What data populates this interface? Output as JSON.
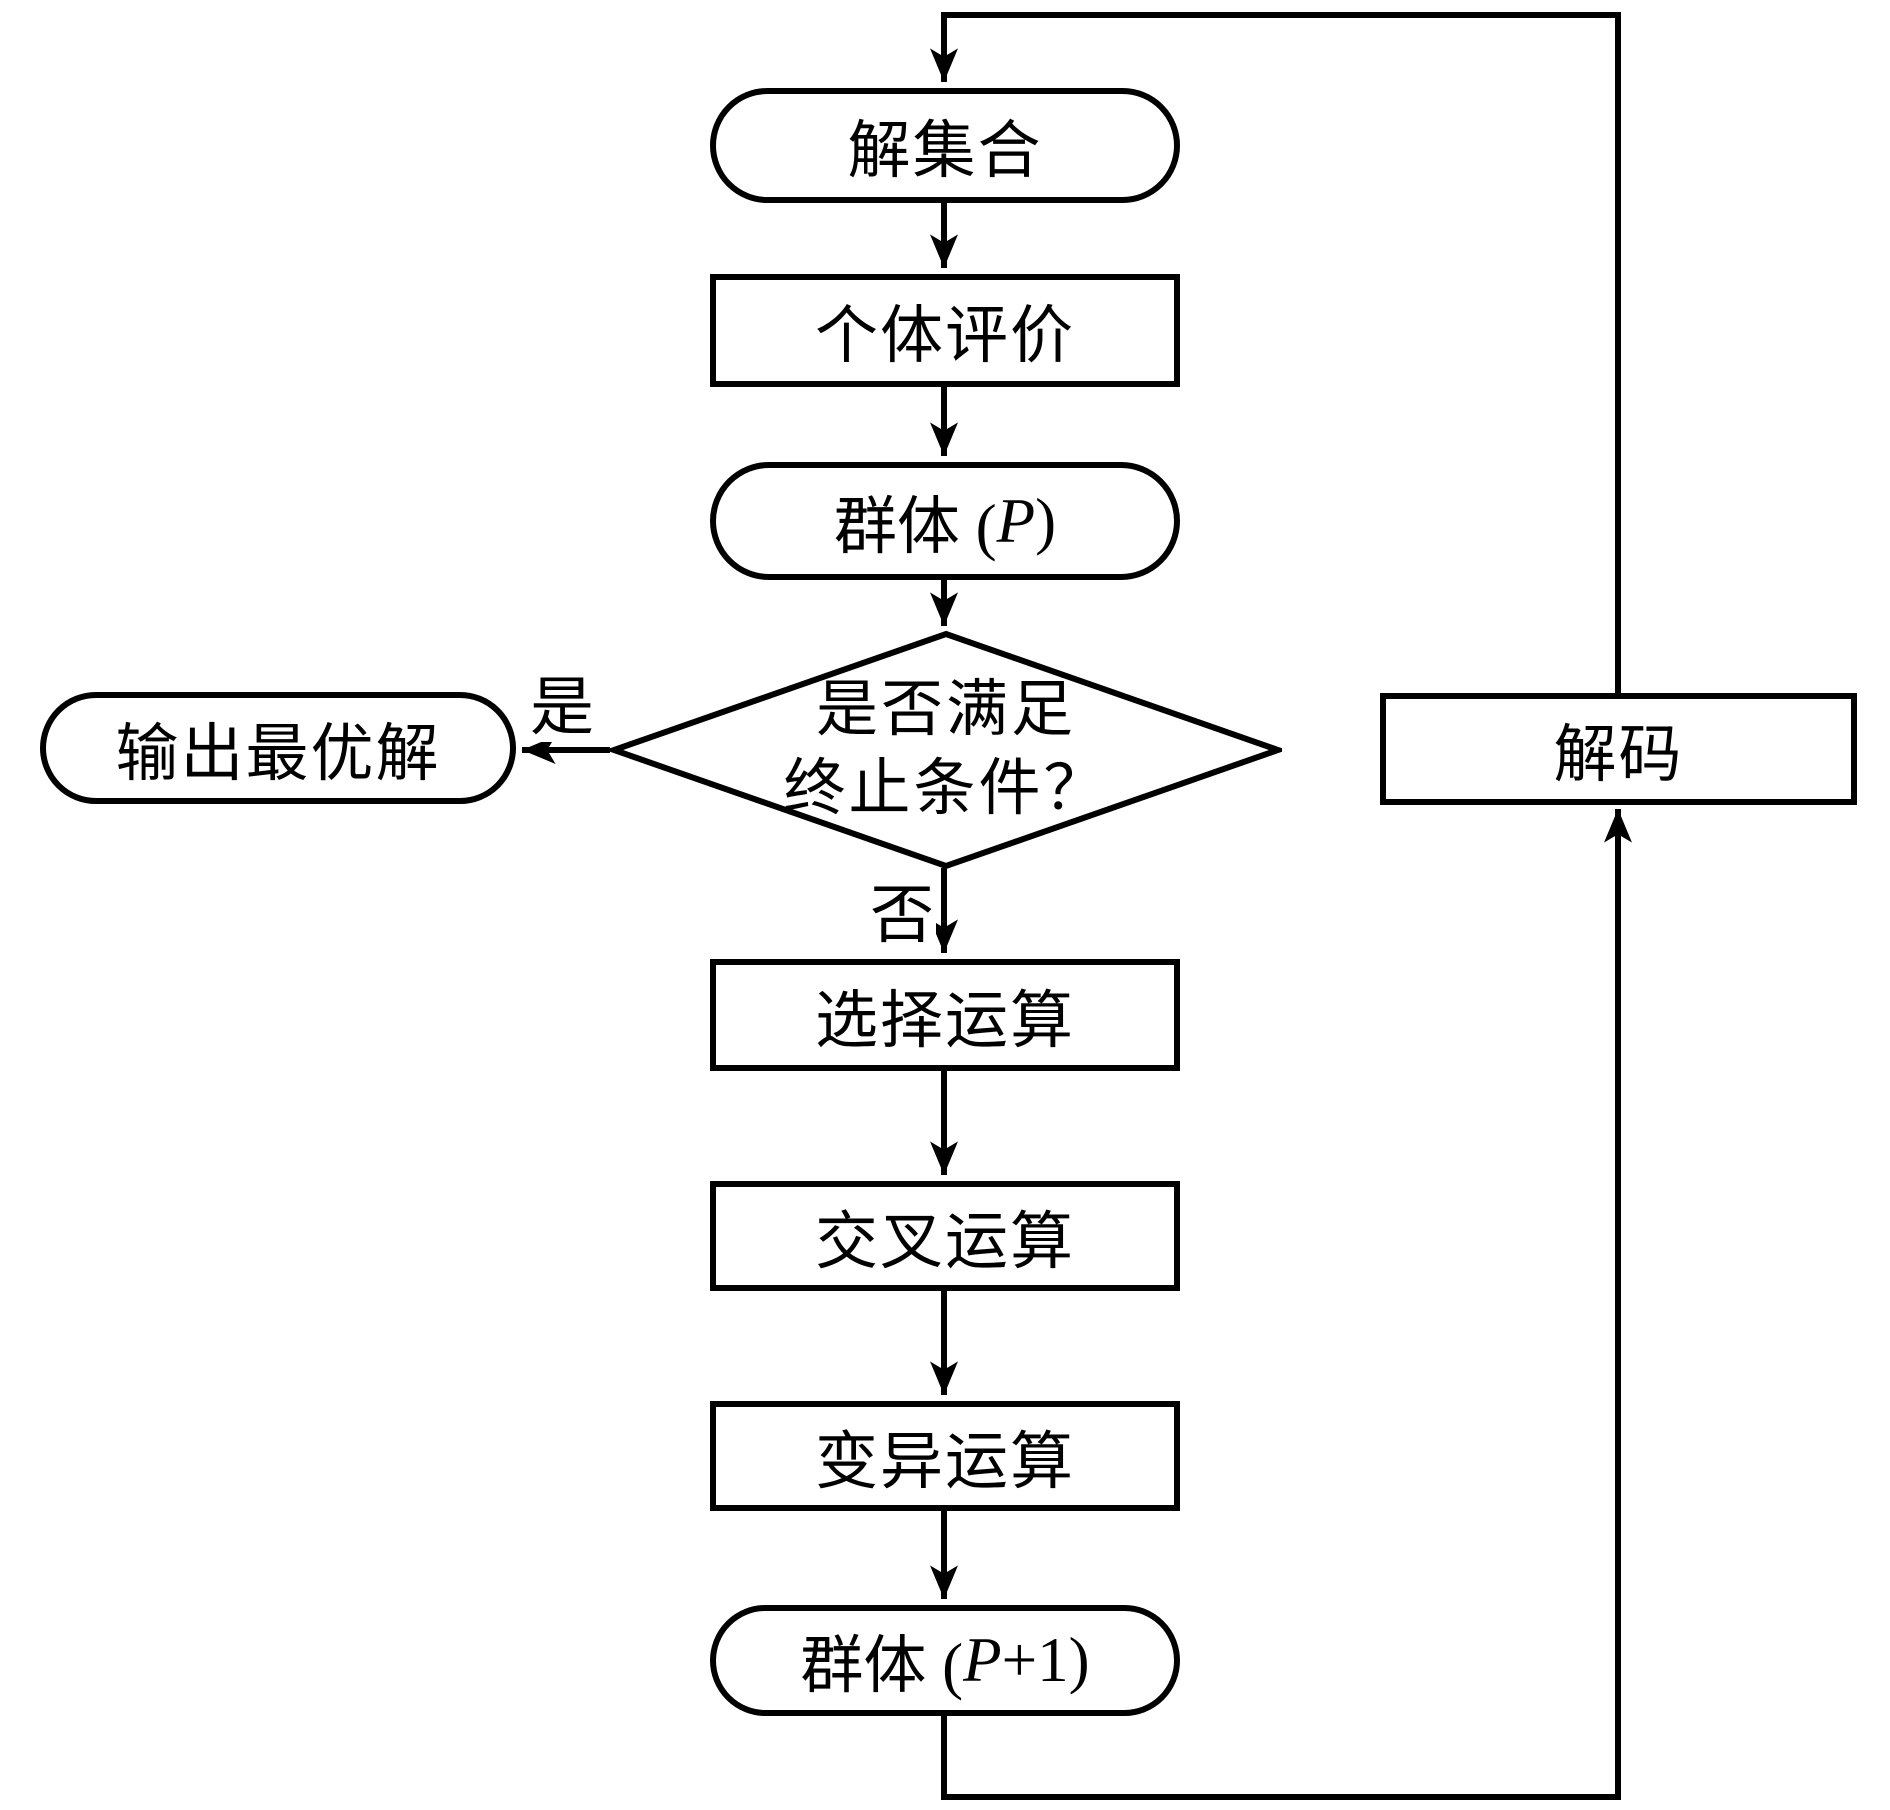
{
  "diagram": {
    "type": "flowchart",
    "colors": {
      "stroke": "#000000",
      "background": "#ffffff"
    },
    "nodes": {
      "start": {
        "shape": "stadium",
        "label": "解集合"
      },
      "evaluate": {
        "shape": "rect",
        "label": "个体评价"
      },
      "population_p": {
        "shape": "stadium",
        "label_prefix": "群体 (",
        "label_var": "P",
        "label_suffix": ")"
      },
      "decision": {
        "shape": "diamond",
        "line1": "是否满足",
        "line2": "终止条件？"
      },
      "output": {
        "shape": "stadium",
        "label": "输出最优解"
      },
      "select_op": {
        "shape": "rect",
        "label": "选择运算"
      },
      "crossover_op": {
        "shape": "rect",
        "label": "交叉运算"
      },
      "mutation_op": {
        "shape": "rect",
        "label": "变异运算"
      },
      "population_p1": {
        "shape": "stadium",
        "label_prefix": "群体 (",
        "label_var": "P",
        "label_suffix": "+1)"
      },
      "decode": {
        "shape": "rect",
        "label": "解码"
      }
    },
    "edge_labels": {
      "yes": "是",
      "no": "否"
    }
  }
}
